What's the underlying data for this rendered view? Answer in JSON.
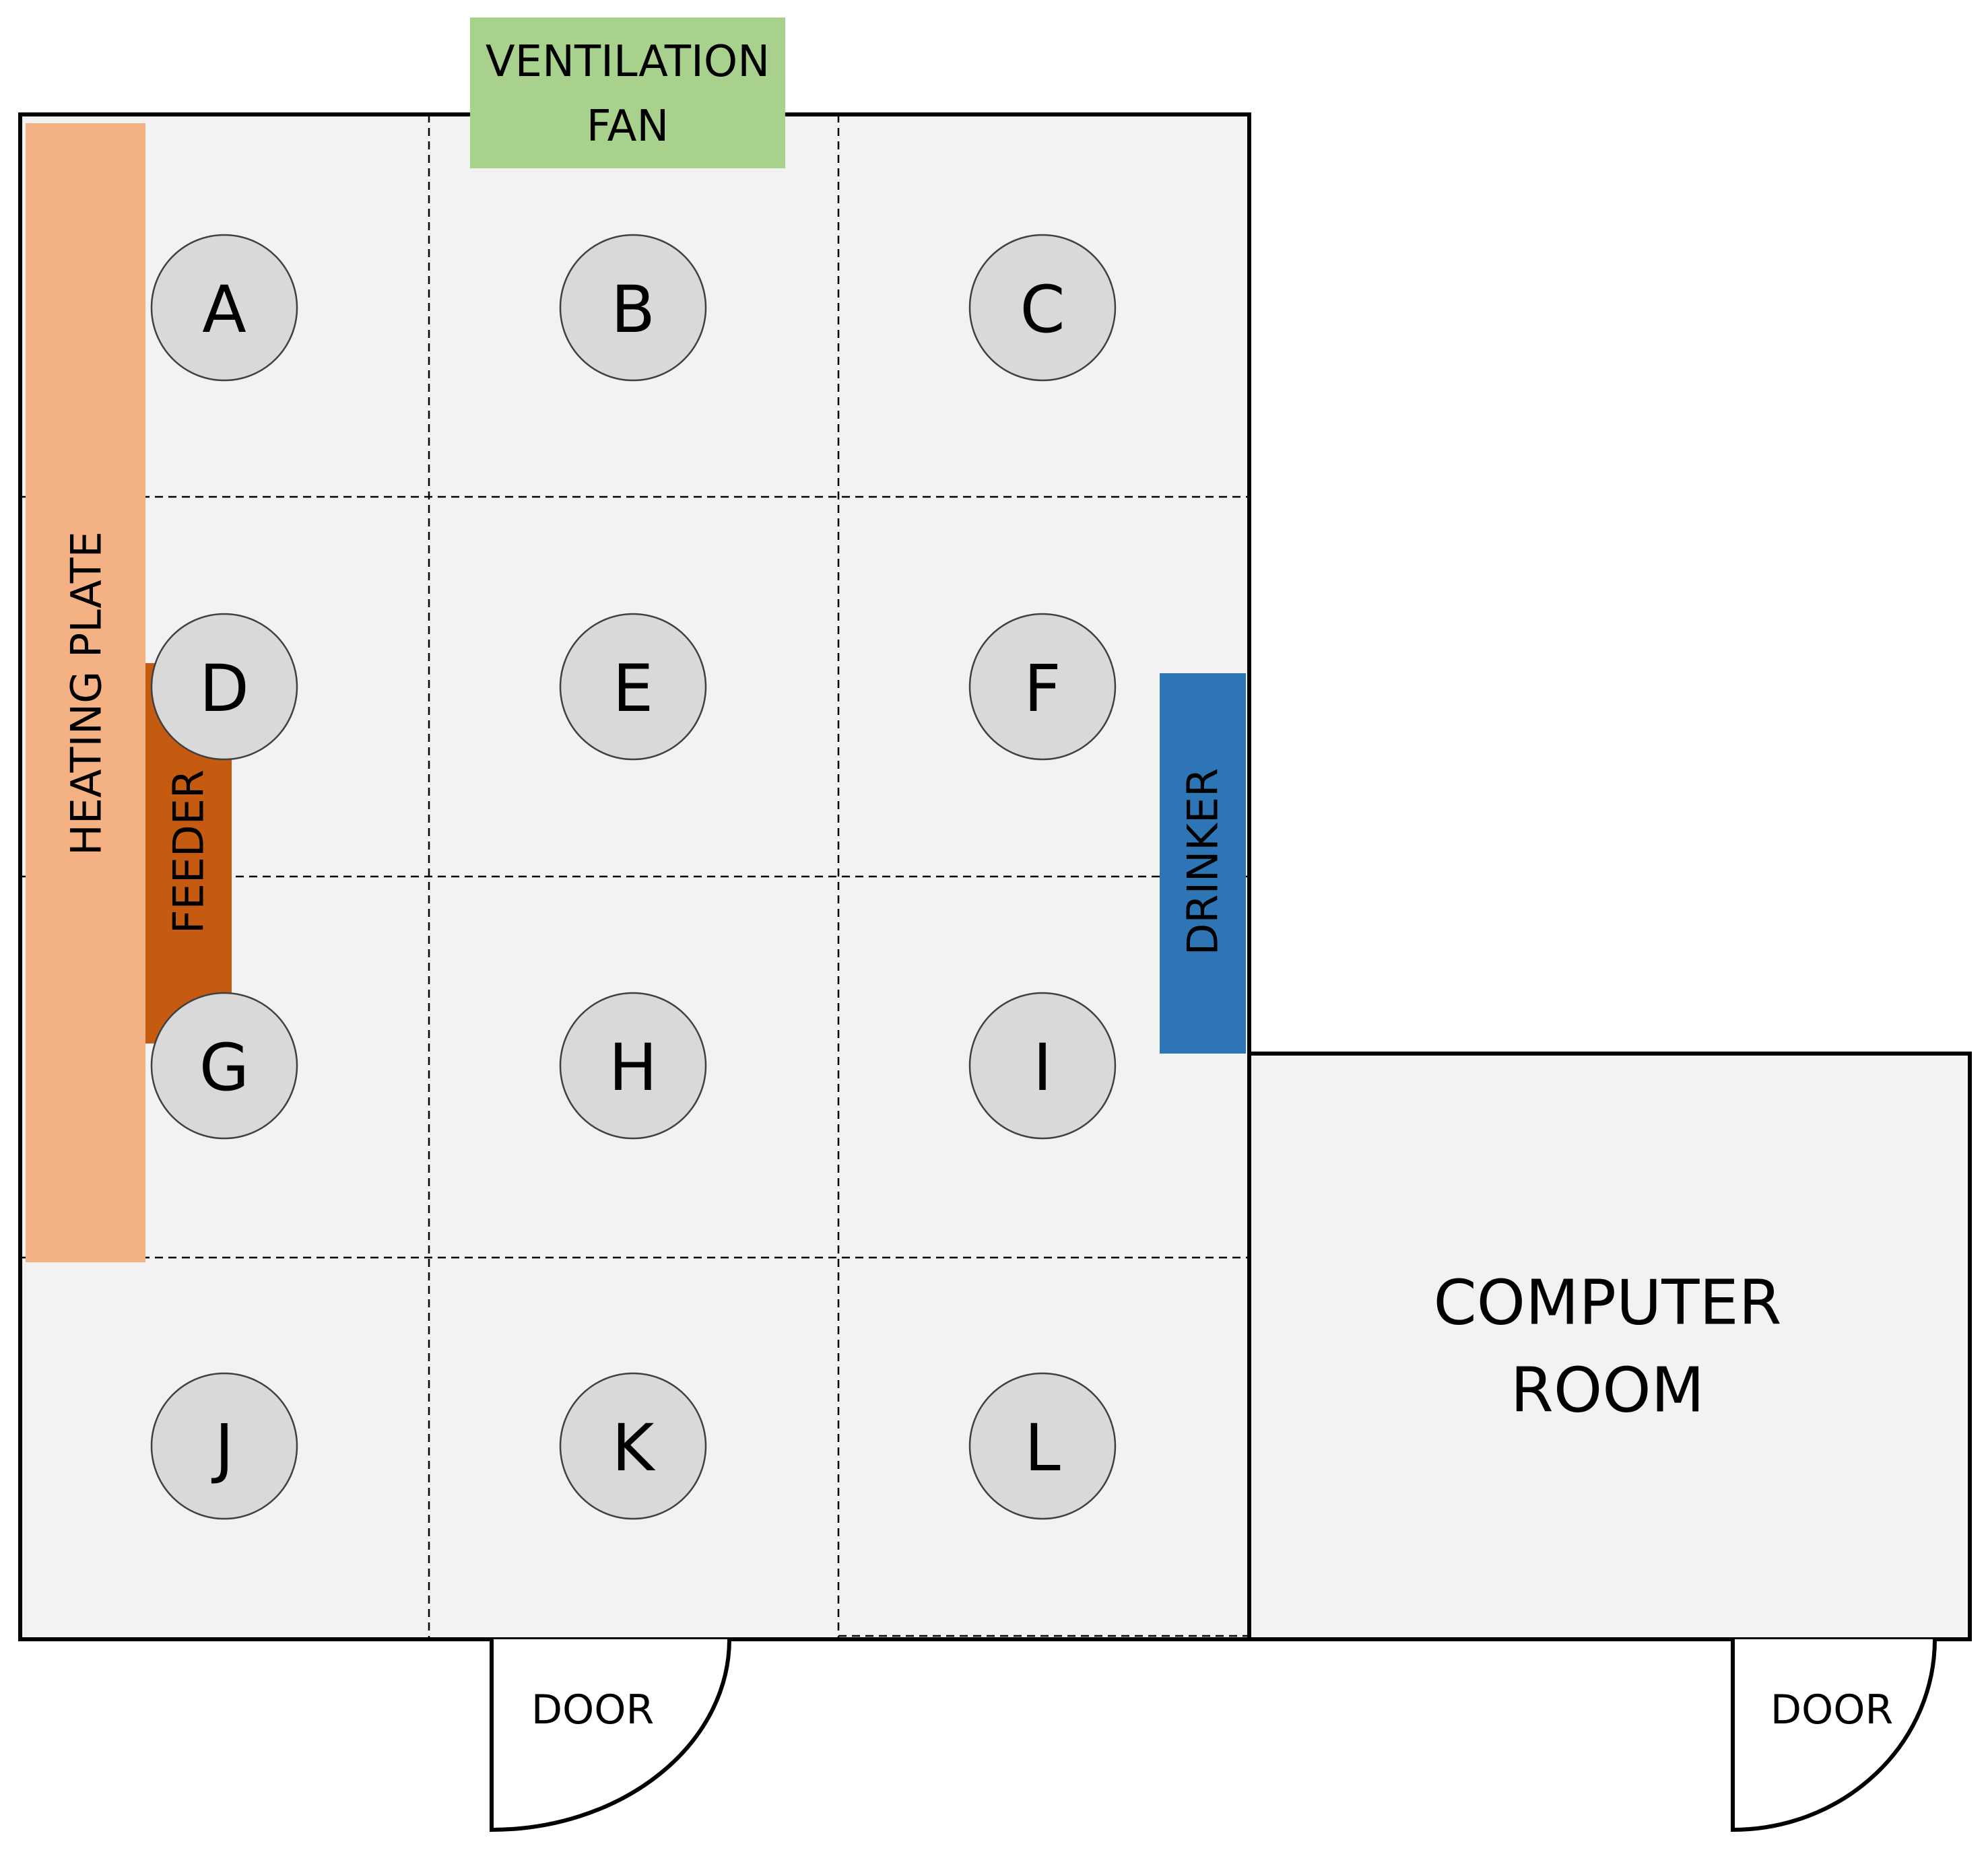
{
  "colors": {
    "room_fill": "#f2f2f2",
    "heating_plate": "#f4b183",
    "feeder": "#c55a11",
    "drinker": "#2e75b6",
    "ventilation_fan": "#a9d18e",
    "pen_circle": "#d9d9d9"
  },
  "labels": {
    "ventilation_fan_line1": "VENTILATION",
    "ventilation_fan_line2": "FAN",
    "heating_plate": "HEATING PLATE",
    "feeder": "FEEDER",
    "drinker": "DRINKER",
    "computer_room_line1": "COMPUTER",
    "computer_room_line2": "ROOM",
    "door_left": "DOOR",
    "door_right": "DOOR"
  },
  "pens": [
    "A",
    "B",
    "C",
    "D",
    "E",
    "F",
    "G",
    "H",
    "I",
    "J",
    "K",
    "L"
  ]
}
